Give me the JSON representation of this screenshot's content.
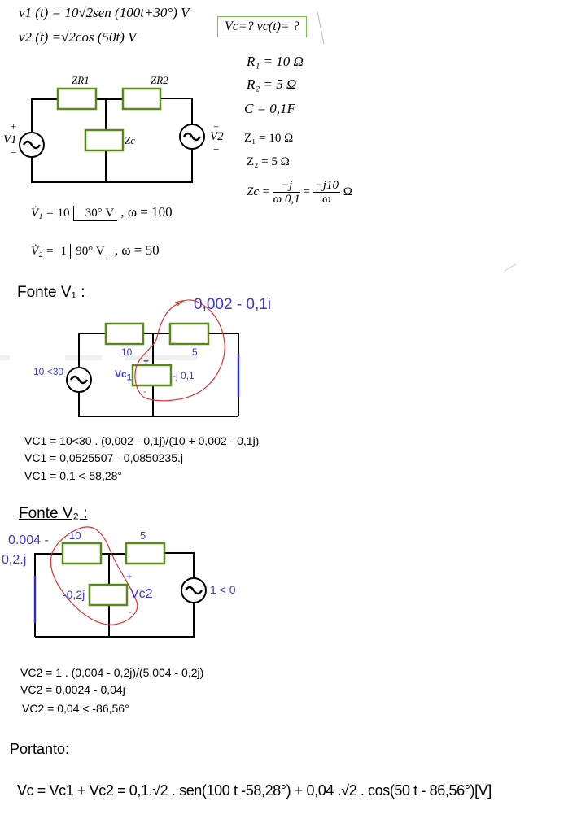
{
  "given": {
    "v1_eq": "v1 (t) = 10√2sen (100t+30°) V",
    "v2_eq": "v2 (t) =√2cos (50t) V",
    "question": "Vc=? vc(t)= ?",
    "params": [
      "R₁ = 10 Ω",
      "R₂ = 5 Ω",
      "C = 0,1F"
    ],
    "z1": "Z₁ = 10 Ω",
    "z2": "Z₂ = 5 Ω",
    "zc_lhs": "Zc =",
    "zc_num1": "−j",
    "zc_den1": "ω 0,1",
    "zc_eq": "=",
    "zc_num2": "−j10",
    "zc_den2": "ω",
    "zc_unit": "Ω"
  },
  "main_circuit": {
    "zr1": "ZR1",
    "zr2": "ZR2",
    "zc": "Zc",
    "v1": "V1",
    "v2": "V2",
    "plus": "+",
    "minus": "−"
  },
  "phasors": {
    "v1_lhs": "V̇₁ =",
    "v1_mag": "10",
    "v1_ang": "30° V",
    "v1_omega": ", ω = 100",
    "v2_lhs": "V̇₂ =",
    "v2_mag": "1",
    "v2_ang": "90° V",
    "v2_omega": ", ω = 50"
  },
  "source1": {
    "heading": "Fonte V₁ :",
    "equiv_label": "0,002 - 0,1i",
    "r1": "10",
    "r2": "5",
    "source": "10 <30",
    "vc": "Vc",
    "vc_sub": "1",
    "zc": "-j 0,1",
    "plus": "+",
    "minus": "-",
    "calc": [
      "VC1 = 10<30 . (0,002 - 0,1j)/(10 + 0,002 - 0,1j)",
      "VC1 =   0,0525507 - 0,0850235.j",
      "VC1 = 0,1 <-58,28°"
    ]
  },
  "source2": {
    "heading": "Fonte V₂ :",
    "equiv_label_1": "0.004 -",
    "equiv_label_2": "0,2.j",
    "r1": "10",
    "r2": "5",
    "source": "1 < 0",
    "vc": "Vc2",
    "zc": "-0,2j",
    "plus": "+",
    "minus": "-",
    "calc": [
      "VC2 = 1 . (0,004 - 0,2j)/(5,004 - 0,2j)",
      "VC2 = 0,0024 - 0,04j",
      "VC2 = 0,04 < -86,56°"
    ]
  },
  "conclusion": {
    "label": "Portanto:",
    "result": "Vc = Vc1 + Vc2 =  0,1.√2 . sen(100 t -58,28°)  +  0,04 .√2 . cos(50 t - 86,56°)[V]"
  },
  "colors": {
    "resistor": "#5a8a1a",
    "annotation": "#3a3ad0",
    "circle_mark": "#e03030",
    "question_border": "#7cbf55"
  }
}
